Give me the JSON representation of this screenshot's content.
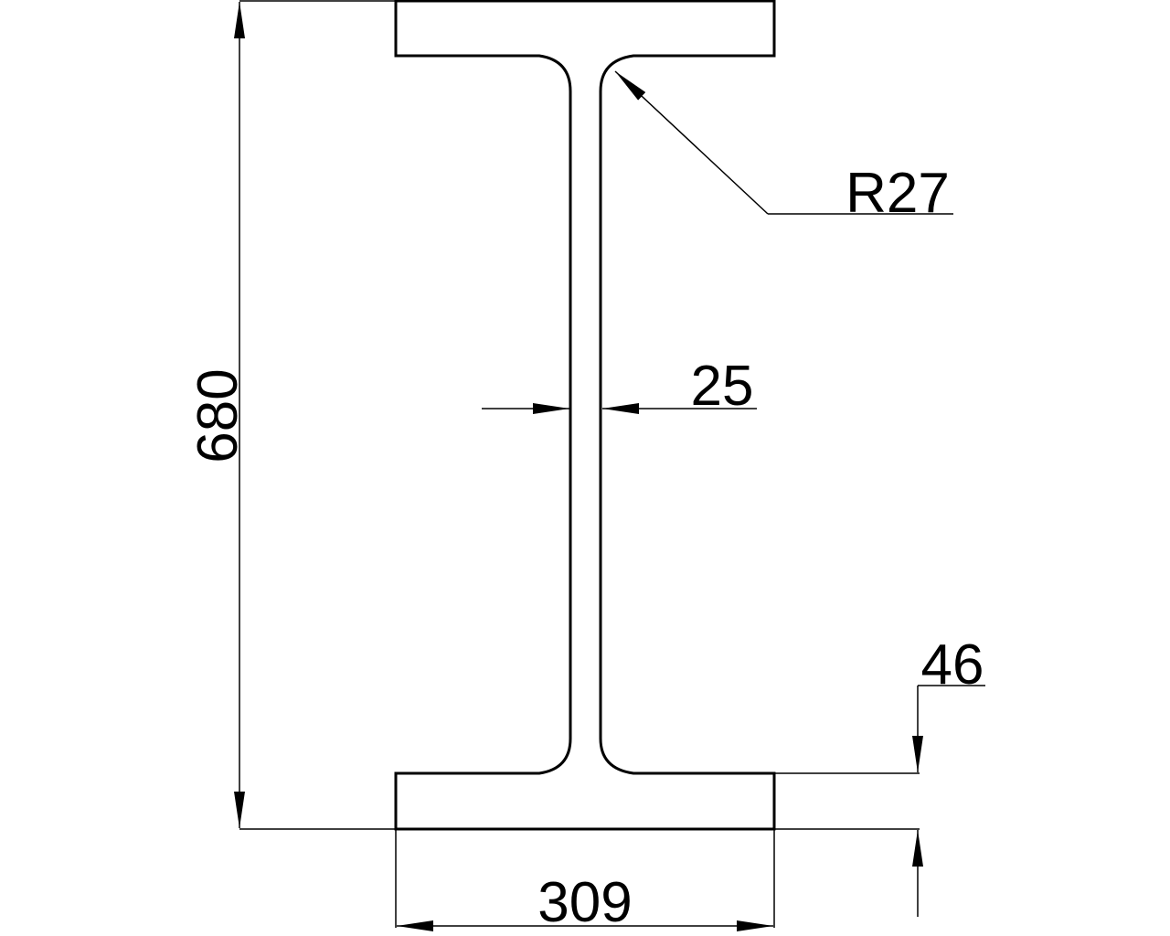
{
  "drawing": {
    "title": "I-beam cross section",
    "dimensions": {
      "height": "680",
      "flange_width": "309",
      "web_thickness": "25",
      "fillet_radius": "R27",
      "flange_thickness": "46"
    },
    "colors": {
      "line": "#000000",
      "background": "#ffffff"
    }
  }
}
